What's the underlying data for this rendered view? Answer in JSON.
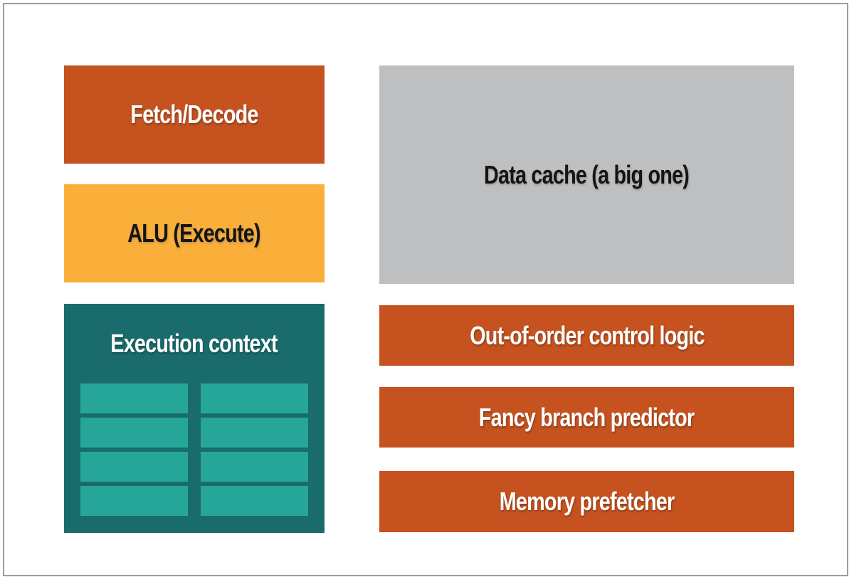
{
  "frame": {
    "background": "#FFFFFF",
    "border_color": "#9A9DA0"
  },
  "colors": {
    "orange_red": "#C5521F",
    "yellow": "#FAAF3B",
    "teal_dark": "#1A6C6C",
    "teal_light": "#26A699",
    "gray_cache": "#BDBFC1",
    "text_light": "#FFFFFF",
    "text_dark": "#151515"
  },
  "blocks": {
    "fetch_decode": {
      "label": "Fetch/Decode",
      "bg": "#C5521F"
    },
    "alu": {
      "label": "ALU (Execute)",
      "bg": "#FAAF3B"
    },
    "execution_context": {
      "label": "Execution context",
      "bg": "#1A6C6C",
      "slot_color": "#26A699",
      "slot_rows": 4,
      "slot_cols": 2
    },
    "data_cache": {
      "label": "Data cache (a big one)",
      "bg": "#BDBFC1"
    },
    "out_of_order": {
      "label": "Out-of-order control logic",
      "bg": "#C5521F"
    },
    "branch_predictor": {
      "label": "Fancy branch predictor",
      "bg": "#C5521F"
    },
    "memory_prefetcher": {
      "label": "Memory prefetcher",
      "bg": "#C5521F"
    }
  }
}
